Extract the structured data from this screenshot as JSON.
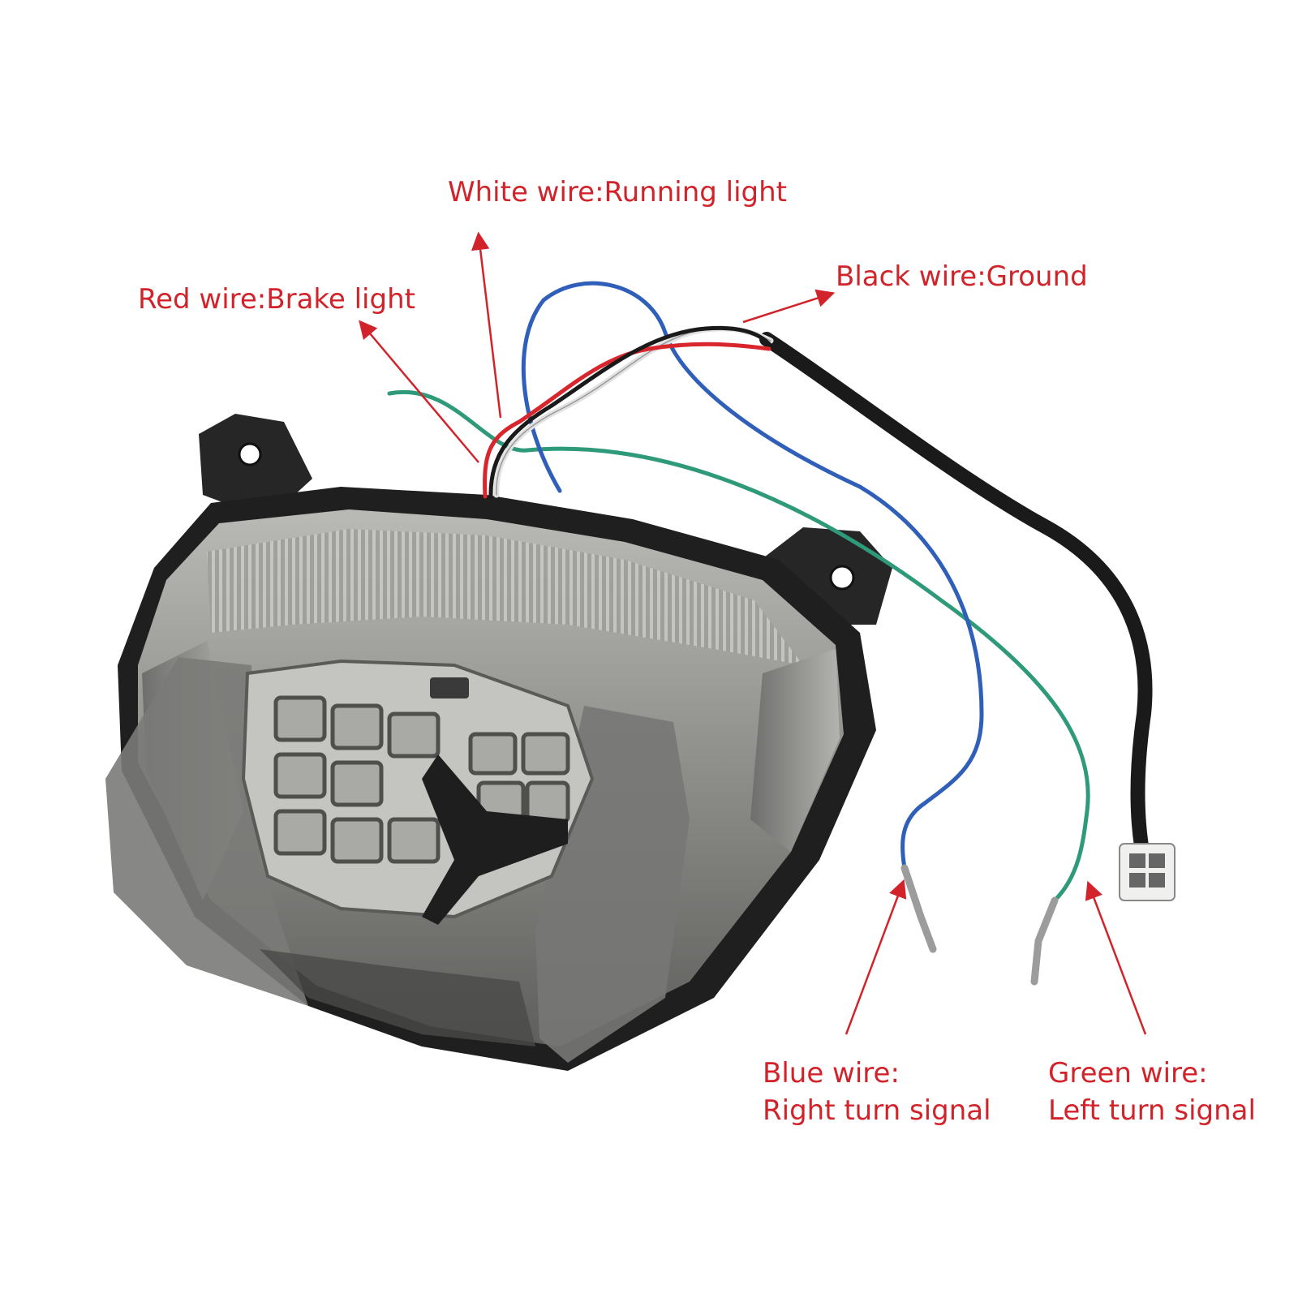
{
  "labels": {
    "white": "White wire:Running light",
    "black": "Black wire:Ground",
    "red": "Red wire:Brake light",
    "blue_line1": "Blue wire:",
    "blue_line2": "Right turn signal",
    "green_line1": "Green wire:",
    "green_line2": "Left turn signal"
  },
  "colors": {
    "annotation": "#d2232a",
    "wire_white": "#e8e8e8",
    "wire_red": "#d8262c",
    "wire_black": "#1a1a1a",
    "wire_blue": "#2f5fb8",
    "wire_green": "#2f9a7a",
    "housing": "#2a2a2a",
    "lens": "#8a8a88"
  }
}
